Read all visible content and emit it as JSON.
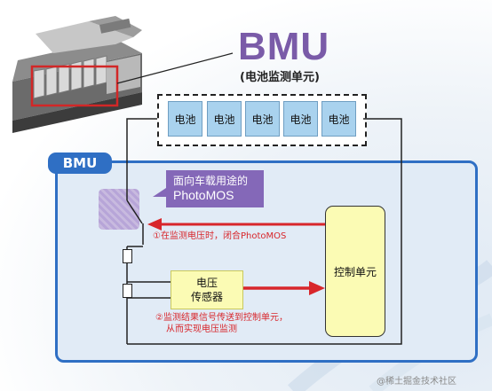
{
  "header": {
    "title": "BMU",
    "subtitle": "(电池监测单元)"
  },
  "battery_cells": [
    "电池",
    "电池",
    "电池",
    "电池",
    "电池"
  ],
  "bmu_tab": "BMU",
  "photomos_callout": {
    "line1": "面向车载用途的",
    "line2": "PhotoMOS"
  },
  "voltage_sensor": {
    "line1": "电压",
    "line2": "传感器"
  },
  "controller": "控制单元",
  "notes": {
    "step1": "①在监测电压时，闭合PhotoMOS",
    "step2_line1": "②监测结果信号传送到控制单元，",
    "step2_line2": "从而实现电压监测"
  },
  "watermark": "@稀土掘金技术社区",
  "colors": {
    "title_purple": "#7a5ba8",
    "bmu_blue": "#2f6fc4",
    "cell_blue": "#a9d2ee",
    "callout_purple": "#8468b8",
    "yellow_fill": "#fbfbb4",
    "arrow_red": "#d8262b"
  }
}
